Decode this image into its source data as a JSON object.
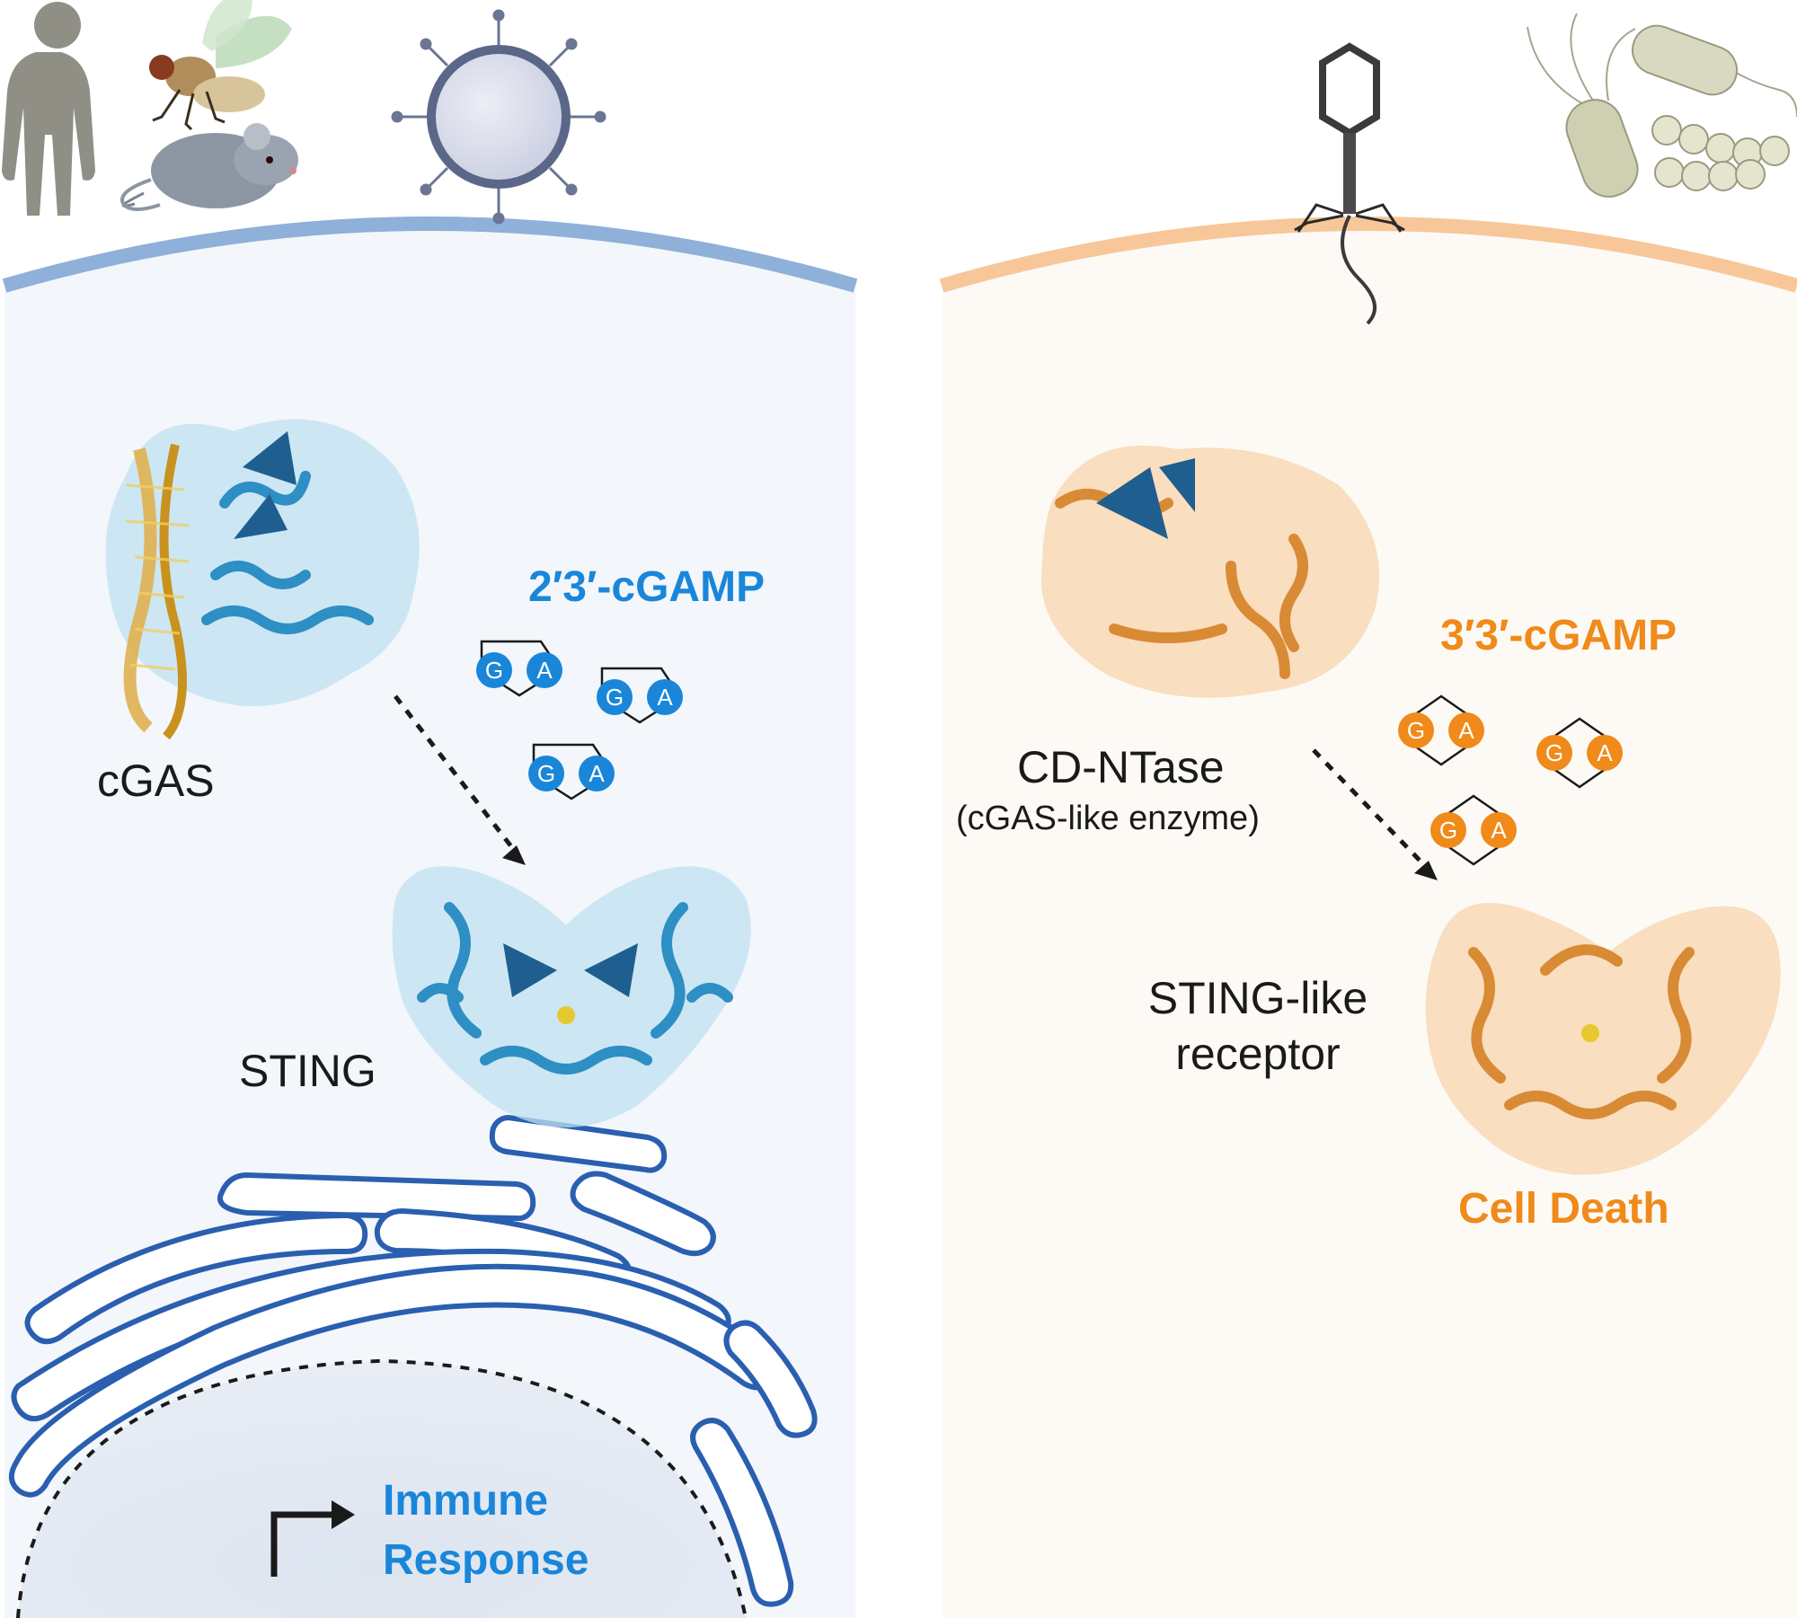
{
  "colors": {
    "eukaryote_membrane": "#8fb0d8",
    "eukaryote_cytoplasm": "#f3f6fa",
    "eukaryote_accent": "#1a86d9",
    "er_stroke": "#2a5fb0",
    "nucleus_fill": "#e3e9f2",
    "bacteria_membrane": "#f7c79a",
    "bacteria_cytoplasm": "#fdfaf6",
    "bacteria_accent": "#f08a1a",
    "protein_blue": "#3f9fd0",
    "protein_orange": "#d98a35",
    "text": "#1a1a1a"
  },
  "left_panel": {
    "organisms": [
      "human-icon",
      "fly-icon",
      "mouse-icon",
      "virus-icon"
    ],
    "second_messenger": "2′3′-cGAMP",
    "enzyme": "cGAS",
    "receptor": "STING",
    "outcome_line1": "Immune",
    "outcome_line2": "Response",
    "molecule_bases": [
      "G",
      "A"
    ]
  },
  "right_panel": {
    "organisms": [
      "phage-icon",
      "bacteria-icon"
    ],
    "second_messenger": "3′3′-cGAMP",
    "enzyme": "CD-NTase",
    "enzyme_note": "(cGAS-like enzyme)",
    "receptor_line1": "STING-like",
    "receptor_line2": "receptor",
    "outcome": "Cell Death",
    "molecule_bases": [
      "G",
      "A"
    ]
  }
}
